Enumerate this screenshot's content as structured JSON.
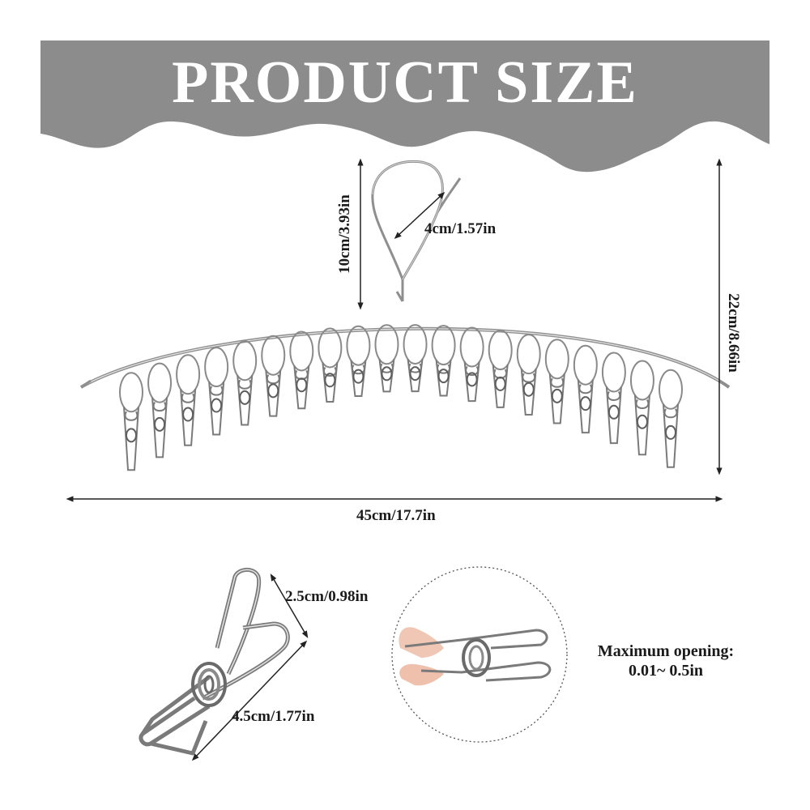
{
  "banner": {
    "title": "PRODUCT SIZE",
    "color": "#8c8c8c"
  },
  "dimensions": {
    "hook_height": "10cm/3.93in",
    "hook_width": "4cm/1.57in",
    "total_height": "22cm/8.66in",
    "total_width": "45cm/17.7in",
    "clip_width": "2.5cm/0.98in",
    "clip_length": "4.5cm/1.77in"
  },
  "opening": {
    "line1": "Maximum opening:",
    "line2": "0.01~ 0.5in"
  },
  "colors": {
    "metal": "#9a9a9a",
    "metal_dark": "#5e5e5e",
    "arrow": "#222222"
  }
}
